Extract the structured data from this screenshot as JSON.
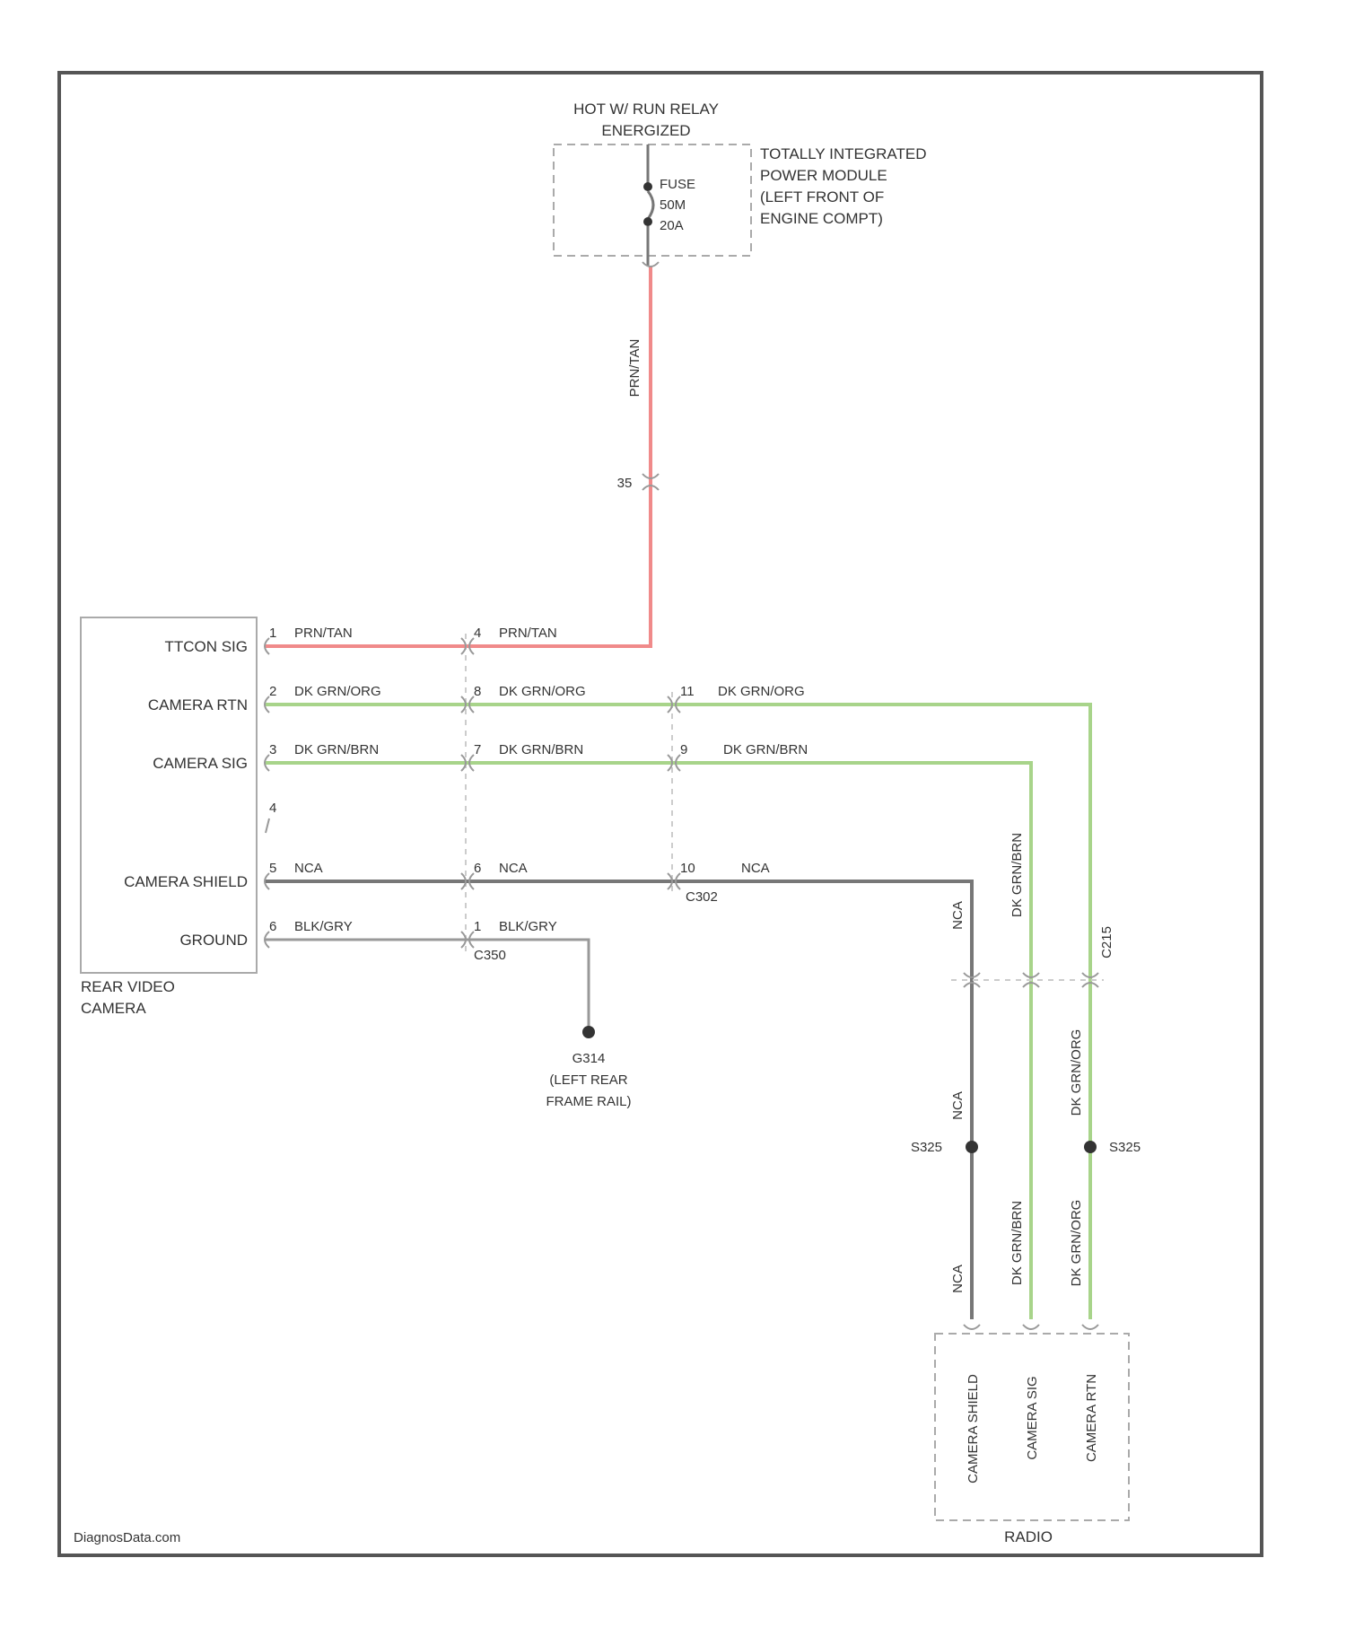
{
  "colors": {
    "background": "#ffffff",
    "frame": "#555555",
    "red_wire": "#f08a8a",
    "green_wire": "#a8d48a",
    "gray_wire": "#777777",
    "ground_wire": "#999999",
    "text": "#333333",
    "dashed": "#aaaaaa"
  },
  "top": {
    "relay_line1": "HOT W/ RUN RELAY",
    "relay_line2": "ENERGIZED",
    "fuse_label": "FUSE",
    "fuse_num": "50M",
    "fuse_amp": "20A",
    "module_line1": "TOTALLY INTEGRATED",
    "module_line2": "POWER MODULE",
    "module_line3": "(LEFT FRONT OF",
    "module_line4": "ENGINE COMPT)",
    "vertical_wire_color": "PRN/TAN",
    "connector_pin": "35"
  },
  "camera": {
    "name_line1": "REAR VIDEO",
    "name_line2": "CAMERA",
    "pins": [
      {
        "label": "TTCON SIG",
        "num": "1"
      },
      {
        "label": "CAMERA RTN",
        "num": "2"
      },
      {
        "label": "CAMERA SIG",
        "num": "3"
      },
      {
        "label": "",
        "num": "4"
      },
      {
        "label": "CAMERA SHIELD",
        "num": "5"
      },
      {
        "label": "GROUND",
        "num": "6"
      }
    ]
  },
  "wires": {
    "w1": {
      "seg1": "PRN/TAN",
      "pin2": "4",
      "seg2": "PRN/TAN"
    },
    "w2": {
      "seg1": "DK GRN/ORG",
      "pin2": "8",
      "seg2": "DK GRN/ORG",
      "pin3": "11",
      "seg3": "DK GRN/ORG"
    },
    "w3": {
      "seg1": "DK GRN/BRN",
      "pin2": "7",
      "seg2": "DK GRN/BRN",
      "pin3": "9",
      "seg3": "DK GRN/BRN"
    },
    "w5": {
      "seg1": "NCA",
      "pin2": "6",
      "seg2": "NCA",
      "pin3": "10",
      "seg3": "NCA",
      "connector": "C302"
    },
    "w6": {
      "seg1": "BLK/GRY",
      "pin2": "1",
      "seg2": "BLK/GRY",
      "connector": "C350"
    }
  },
  "ground": {
    "name": "G314",
    "line1": "(LEFT REAR",
    "line2": "FRAME RAIL)"
  },
  "splices": {
    "left": "S325",
    "right": "S325"
  },
  "vertical_labels": {
    "nca_upper": "NCA",
    "brn_upper": "DK GRN/BRN",
    "c215": "C215",
    "nca_mid": "NCA",
    "org_mid": "DK GRN/ORG",
    "nca_lower": "NCA",
    "brn_lower": "DK GRN/BRN",
    "org_lower": "DK GRN/ORG"
  },
  "radio": {
    "name": "RADIO",
    "pins": [
      {
        "label": "CAMERA SHIELD"
      },
      {
        "label": "CAMERA SIG"
      },
      {
        "label": "CAMERA RTN"
      }
    ]
  },
  "watermark": "DiagnosData.com"
}
